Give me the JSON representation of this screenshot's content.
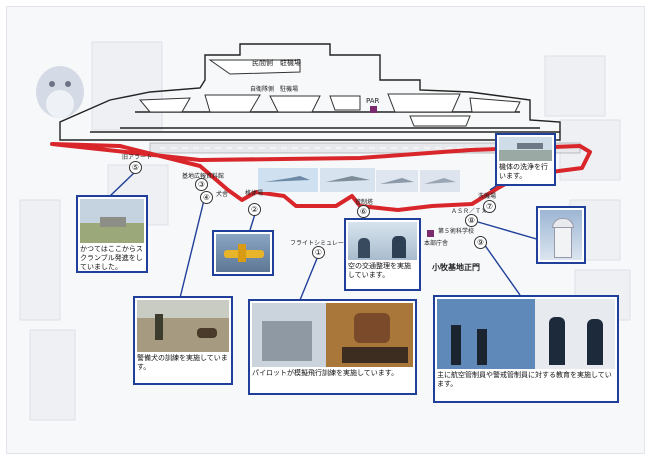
{
  "map": {
    "labels": {
      "civil_parking": "民間側　駐機場",
      "jsdf_parking": "自衛隊側　駐機場",
      "par": "PAR",
      "old_alert": "旧アラート",
      "museum": "基地広報資料館",
      "kennel": "犬舎",
      "hangar": "格体場",
      "flight_sim": "フライトシミュレーター",
      "tower": "管制塔",
      "wash": "洗機場",
      "asr": "ＡＳＲ／ＴＸ",
      "school": "第５術科学校",
      "hq": "本部庁舎",
      "gate": "小牧基地正門"
    },
    "markers": [
      "①",
      "②",
      "③",
      "④",
      "⑤",
      "⑥",
      "⑦",
      "⑧",
      "⑨"
    ]
  },
  "callouts": {
    "scramble": "かつてはここからスクランブル発進をしていました。",
    "dogs": "警備犬の訓練を実施しています。",
    "sim": "パイロットが模擬飛行訓練を実施しています。",
    "atc": "空の交通整理を実施しています。",
    "wash": "機体の洗浄を行います。",
    "school": "主に航空管制員や警戒管制員に対する教育を実施しています。"
  },
  "colors": {
    "route": "#d8262b",
    "callout_border": "#1f3f9a",
    "building": "#7b2a6d"
  }
}
